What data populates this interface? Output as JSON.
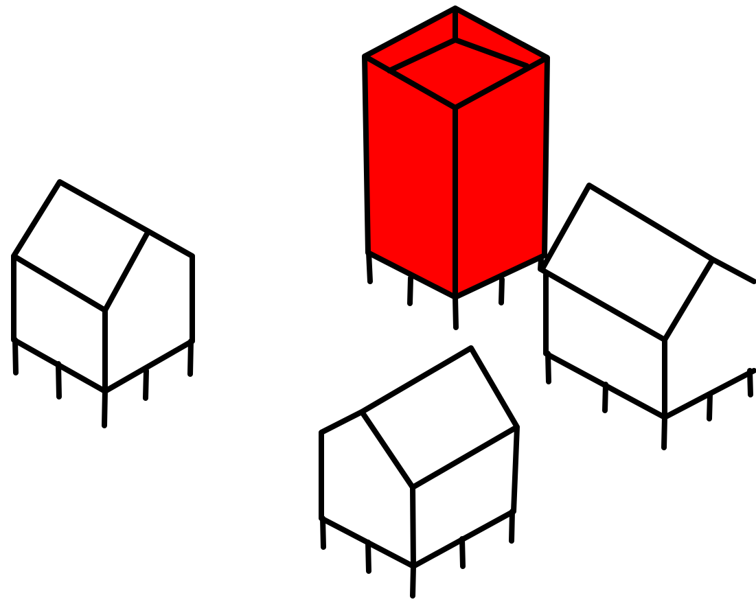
{
  "illustration": {
    "colors": {
      "background": "#ffffff",
      "ink": "#000000",
      "house_fill": "#ffffff",
      "tower_fill": "#ff0000"
    },
    "objects": [
      {
        "name": "tower",
        "kind": "box-building",
        "fill": "red"
      },
      {
        "name": "house-left",
        "kind": "gable-house",
        "fill": "white"
      },
      {
        "name": "house-right",
        "kind": "gable-house",
        "fill": "white"
      },
      {
        "name": "house-bottom",
        "kind": "gable-house",
        "fill": "white"
      }
    ]
  }
}
